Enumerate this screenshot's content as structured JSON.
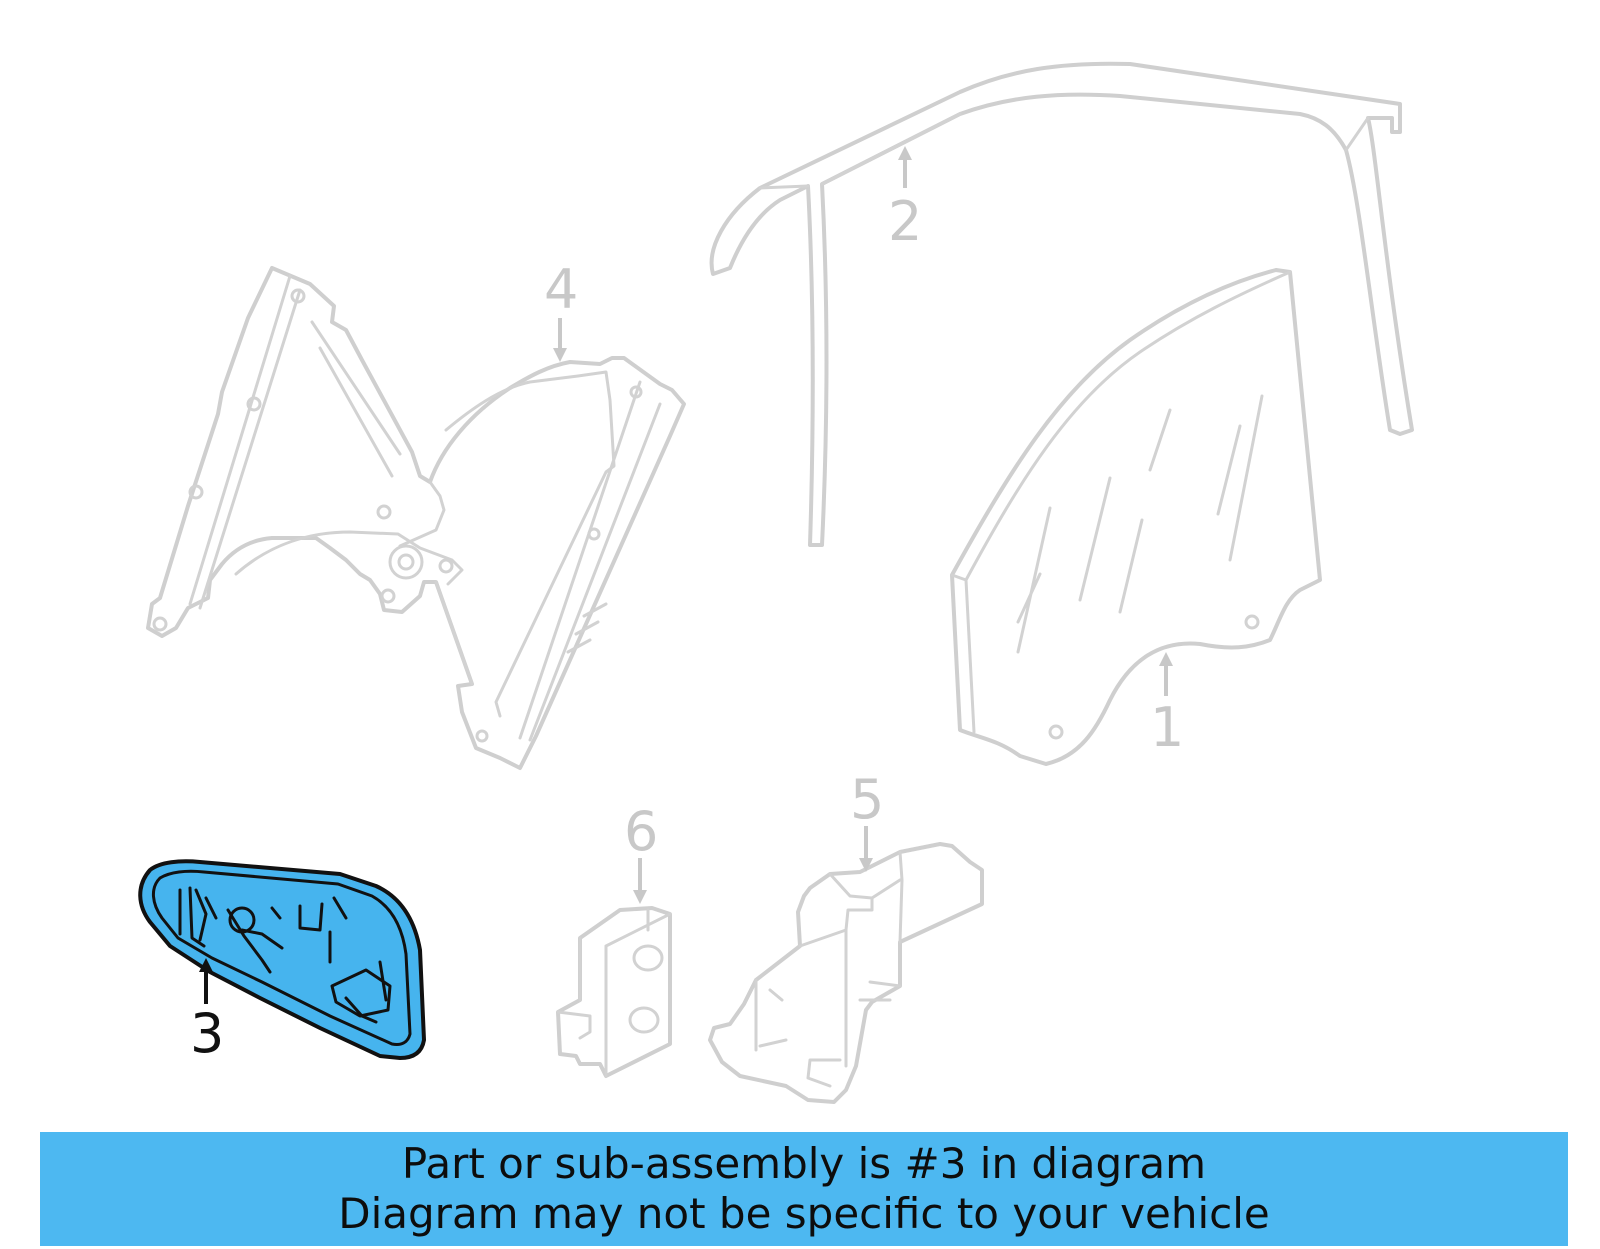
{
  "diagram": {
    "callouts": {
      "c1": "1",
      "c2": "2",
      "c3": "3",
      "c4": "4",
      "c5": "5",
      "c6": "6"
    },
    "highlighted_part": "3",
    "colors": {
      "highlight_fill": "#46b4ee",
      "highlight_outline": "#111111",
      "faded_part": "#cfcfcf",
      "banner_background": "#4db8f1"
    }
  },
  "banner": {
    "line1": "Part or sub-assembly is #3 in diagram",
    "line2": "Diagram may not be specific to your vehicle"
  }
}
